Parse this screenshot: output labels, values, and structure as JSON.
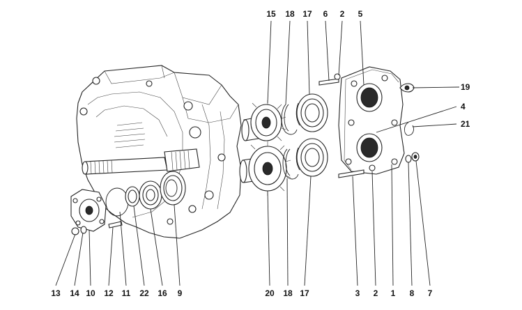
{
  "diagram": {
    "callouts": [
      {
        "id": "c15",
        "label": "15"
      },
      {
        "id": "c18t",
        "label": "18"
      },
      {
        "id": "c17t",
        "label": "17"
      },
      {
        "id": "c6",
        "label": "6"
      },
      {
        "id": "c2t",
        "label": "2"
      },
      {
        "id": "c5",
        "label": "5"
      },
      {
        "id": "c19",
        "label": "19"
      },
      {
        "id": "c4",
        "label": "4"
      },
      {
        "id": "c21",
        "label": "21"
      },
      {
        "id": "c13",
        "label": "13"
      },
      {
        "id": "c14",
        "label": "14"
      },
      {
        "id": "c10",
        "label": "10"
      },
      {
        "id": "c12",
        "label": "12"
      },
      {
        "id": "c11",
        "label": "11"
      },
      {
        "id": "c22",
        "label": "22"
      },
      {
        "id": "c16",
        "label": "16"
      },
      {
        "id": "c9",
        "label": "9"
      },
      {
        "id": "c20",
        "label": "20"
      },
      {
        "id": "c18b",
        "label": "18"
      },
      {
        "id": "c17b",
        "label": "17"
      },
      {
        "id": "c3",
        "label": "3"
      },
      {
        "id": "c2b",
        "label": "2"
      },
      {
        "id": "c1",
        "label": "1"
      },
      {
        "id": "c8",
        "label": "8"
      },
      {
        "id": "c7",
        "label": "7"
      }
    ]
  }
}
